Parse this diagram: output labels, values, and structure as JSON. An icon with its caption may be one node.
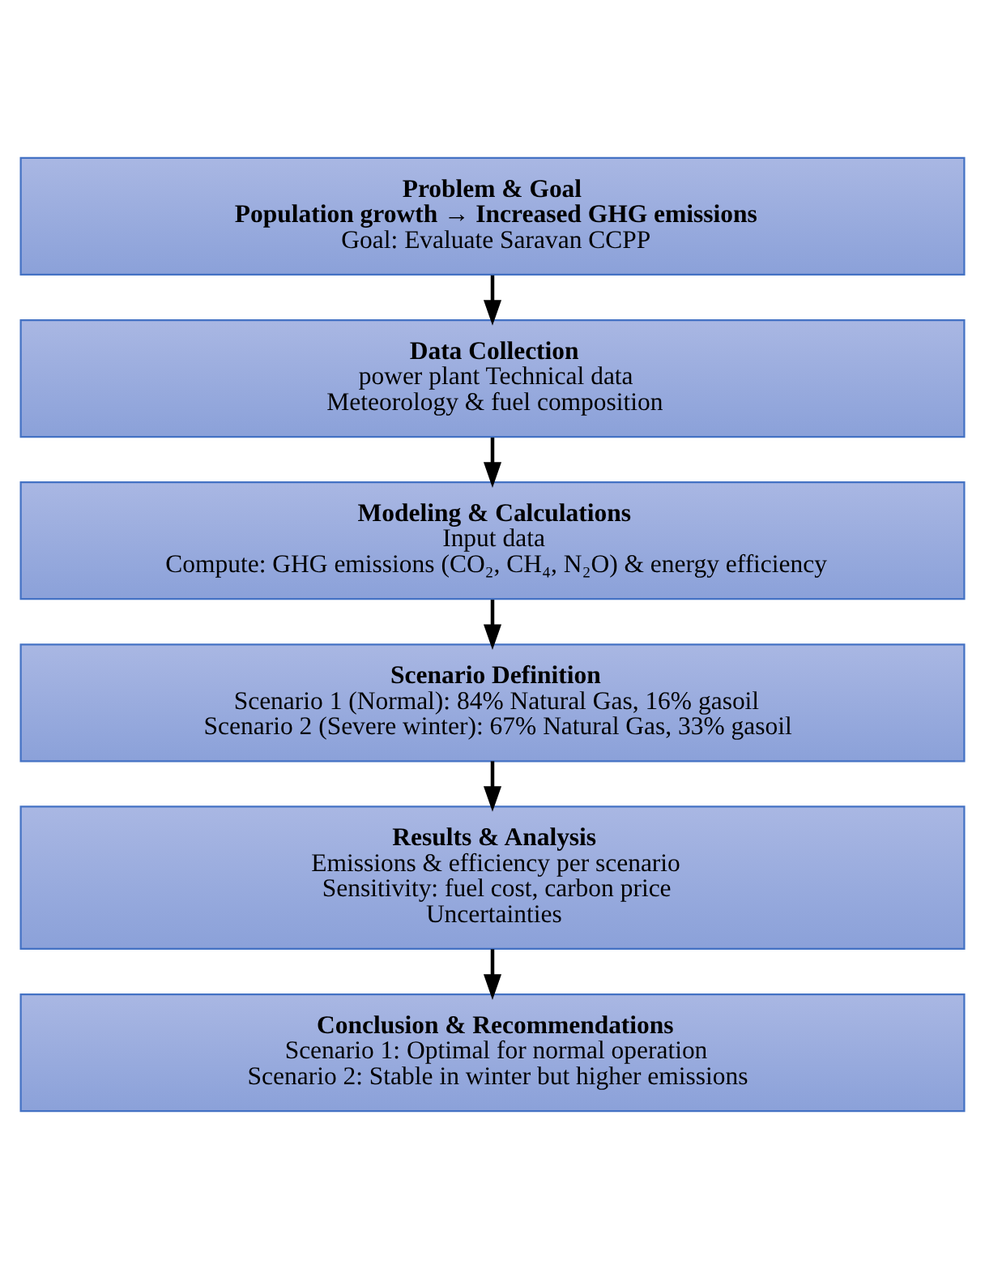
{
  "diagram": {
    "nodes": [
      {
        "text": [
          "Problem & Goal",
          "Population growth → Increased GHG emissions",
          "Goal: Evaluate Saravan CCPP"
        ]
      },
      {
        "text": [
          "Data Collection",
          "power plant Technical data",
          "Meteorology & fuel composition"
        ]
      },
      {
        "text": [
          "Modeling & Calculations",
          "Input data",
          "Compute: GHG emissions (CO₂, CH₄, N₂O) & energy efficiency"
        ]
      },
      {
        "text": [
          "Scenario Definition",
          "Scenario 1 (Normal): 84% Natural Gas, 16% gasoil",
          "Scenario 2 (Severe winter): 67% Natural Gas, 33% gasoil"
        ]
      },
      {
        "text": [
          "Results & Analysis",
          "Emissions & efficiency per scenario",
          "Sensitivity: fuel cost, carbon price",
          "Uncertainties"
        ]
      },
      {
        "text": [
          "Conclusion & Recommendations",
          "Scenario 1: Optimal for normal operation",
          "Scenario 2: Stable in winter but higher emissions"
        ]
      }
    ],
    "edges": [
      {
        "from": 0,
        "to": 1,
        "arrow": "to"
      },
      {
        "from": 1,
        "to": 2,
        "arrow": "to"
      },
      {
        "from": 2,
        "to": 3,
        "arrow": "to"
      },
      {
        "from": 3,
        "to": 4,
        "arrow": "to"
      },
      {
        "from": 4,
        "to": 5,
        "arrow": "to"
      }
    ]
  }
}
